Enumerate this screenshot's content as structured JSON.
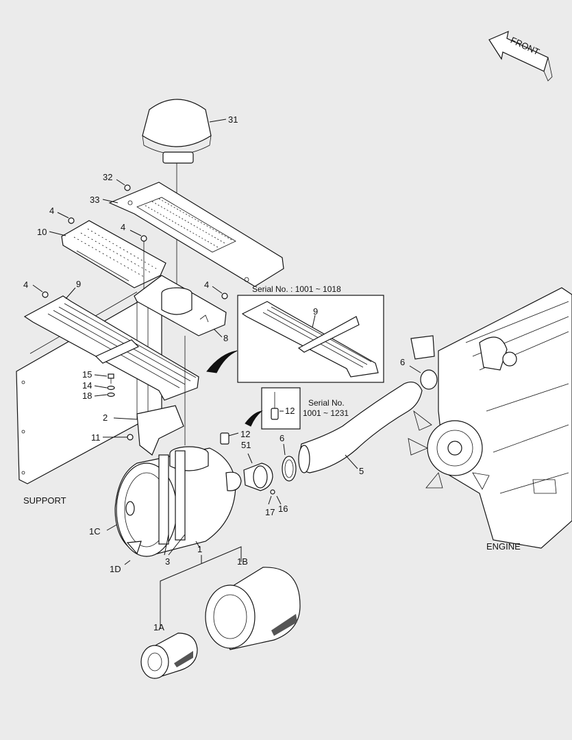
{
  "front_label": "FRONT",
  "inset_labels": {
    "serial_top": "Serial No. : 1001 ~ 1018",
    "serial_side_line1": "Serial No.",
    "serial_side_line2": "1001 ~ 1231"
  },
  "section_labels": {
    "support": "SUPPORT",
    "engine": "ENGINE"
  },
  "callouts": {
    "c31": "31",
    "c32": "32",
    "c33": "33",
    "c4a": "4",
    "c10": "10",
    "c4b": "4",
    "c4c": "4",
    "c9a": "9",
    "c4d": "4",
    "c8": "8",
    "c9b": "9",
    "c12a": "12",
    "c15": "15",
    "c14": "14",
    "c18": "18",
    "c2": "2",
    "c11": "11",
    "c12b": "12",
    "c51": "51",
    "c6a": "6",
    "c6b": "6",
    "c5": "5",
    "c17": "17",
    "c16": "16",
    "c1C": "1C",
    "c1D": "1D",
    "c3": "3",
    "c1": "1",
    "c1B": "1B",
    "c1A": "1A"
  }
}
